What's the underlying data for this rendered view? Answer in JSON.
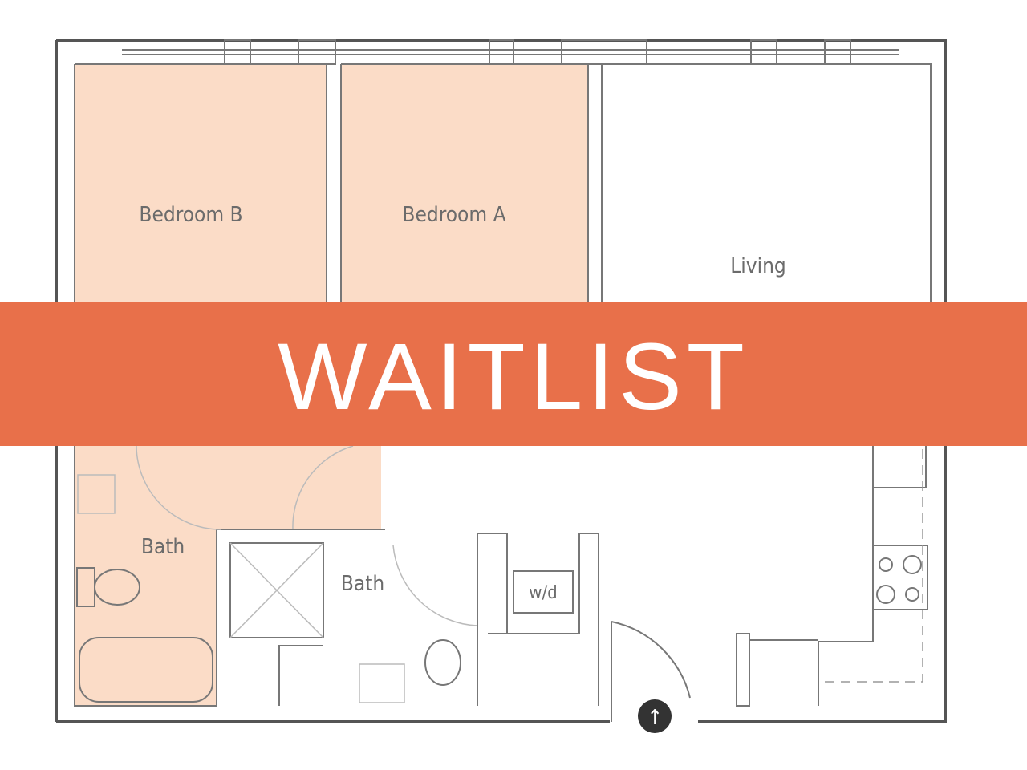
{
  "floorplan": {
    "rooms": {
      "bedroom_b": "Bedroom B",
      "bedroom_a": "Bedroom A",
      "living": "Living",
      "bath_left": "Bath",
      "bath_center": "Bath",
      "laundry": "w/d"
    },
    "north_arrow_glyph": "↑"
  },
  "banner": {
    "label": "WAITLIST"
  },
  "colors": {
    "banner": "#E8704A",
    "bedroom_fill": "#FBDCC7",
    "wall": "#555555",
    "north_circle": "#333333"
  }
}
